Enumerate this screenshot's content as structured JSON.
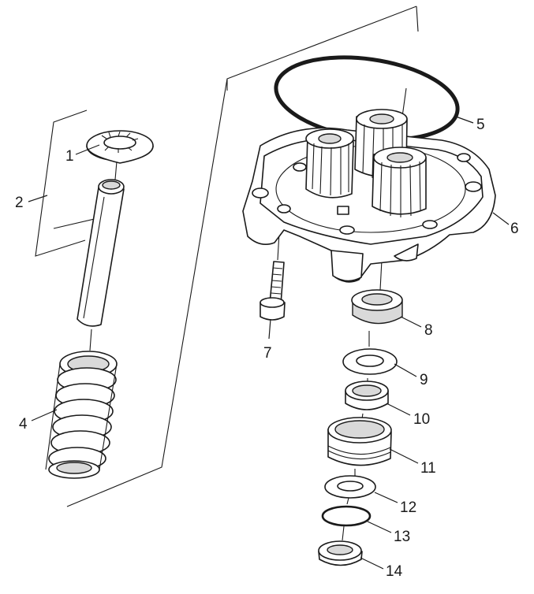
{
  "callouts": {
    "c1": "1",
    "c2": "2",
    "c3": "4",
    "c4": "5",
    "c5": "6",
    "c6": "7",
    "c7": "8",
    "c8": "9",
    "c9": "10",
    "c10": "11",
    "c11": "12",
    "c12": "13",
    "c13": "14"
  }
}
